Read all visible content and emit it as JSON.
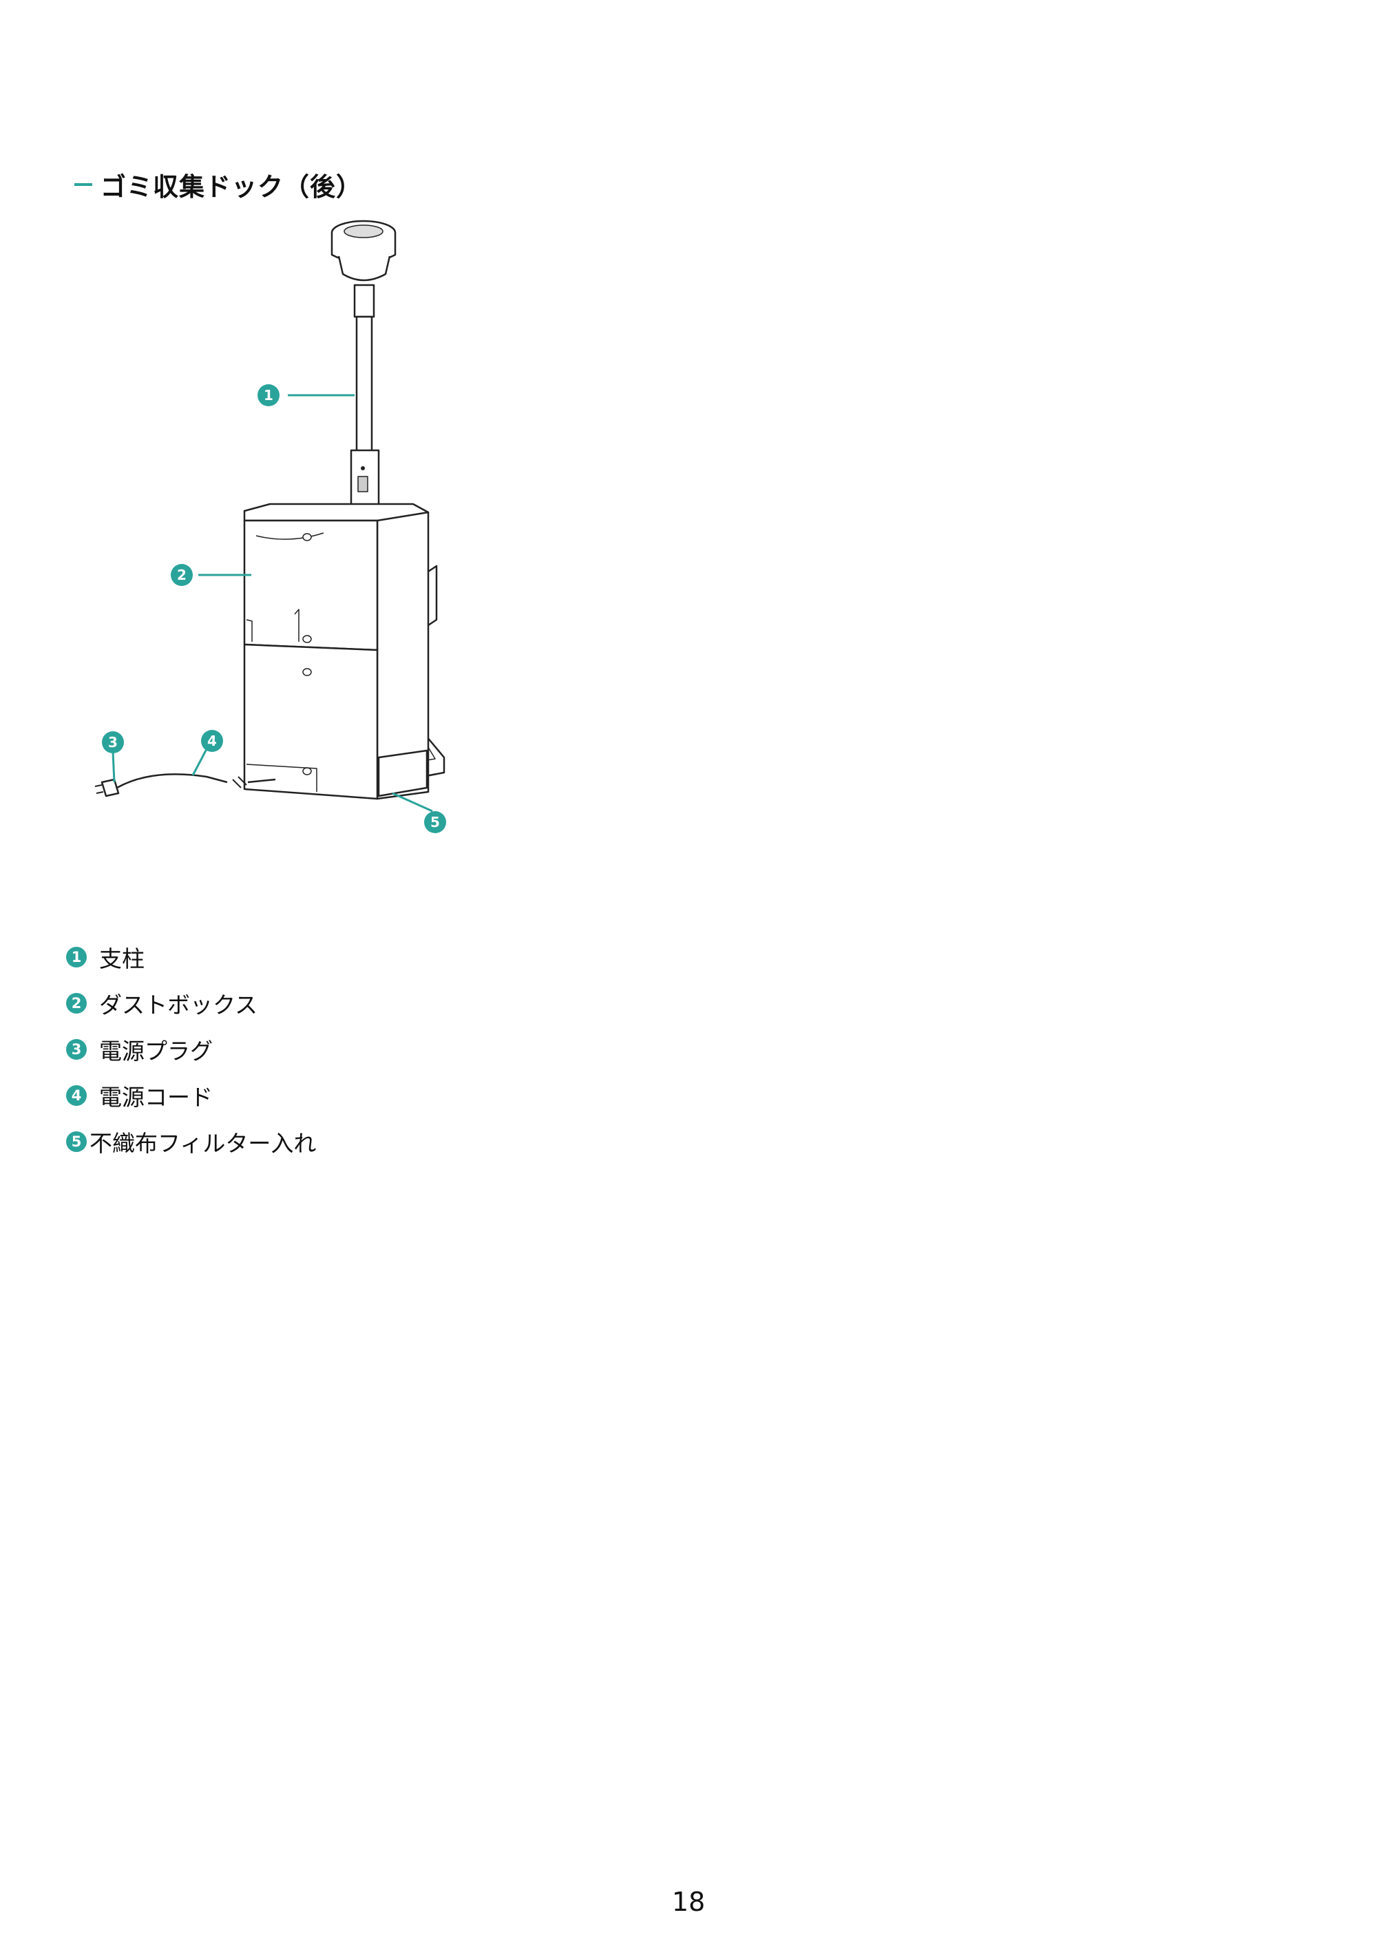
{
  "heading": {
    "title": "ゴミ収集ドック（後）"
  },
  "callouts": [
    "1",
    "2",
    "3",
    "4",
    "5"
  ],
  "legend": [
    {
      "num": "1",
      "label": "支柱"
    },
    {
      "num": "2",
      "label": "ダストボックス"
    },
    {
      "num": "3",
      "label": "電源プラグ"
    },
    {
      "num": "4",
      "label": "電源コード"
    },
    {
      "num": "5",
      "label": "不織布フィルター入れ"
    }
  ],
  "page_number": "18",
  "colors": {
    "accent": "#2aa39b",
    "text": "#111111"
  }
}
